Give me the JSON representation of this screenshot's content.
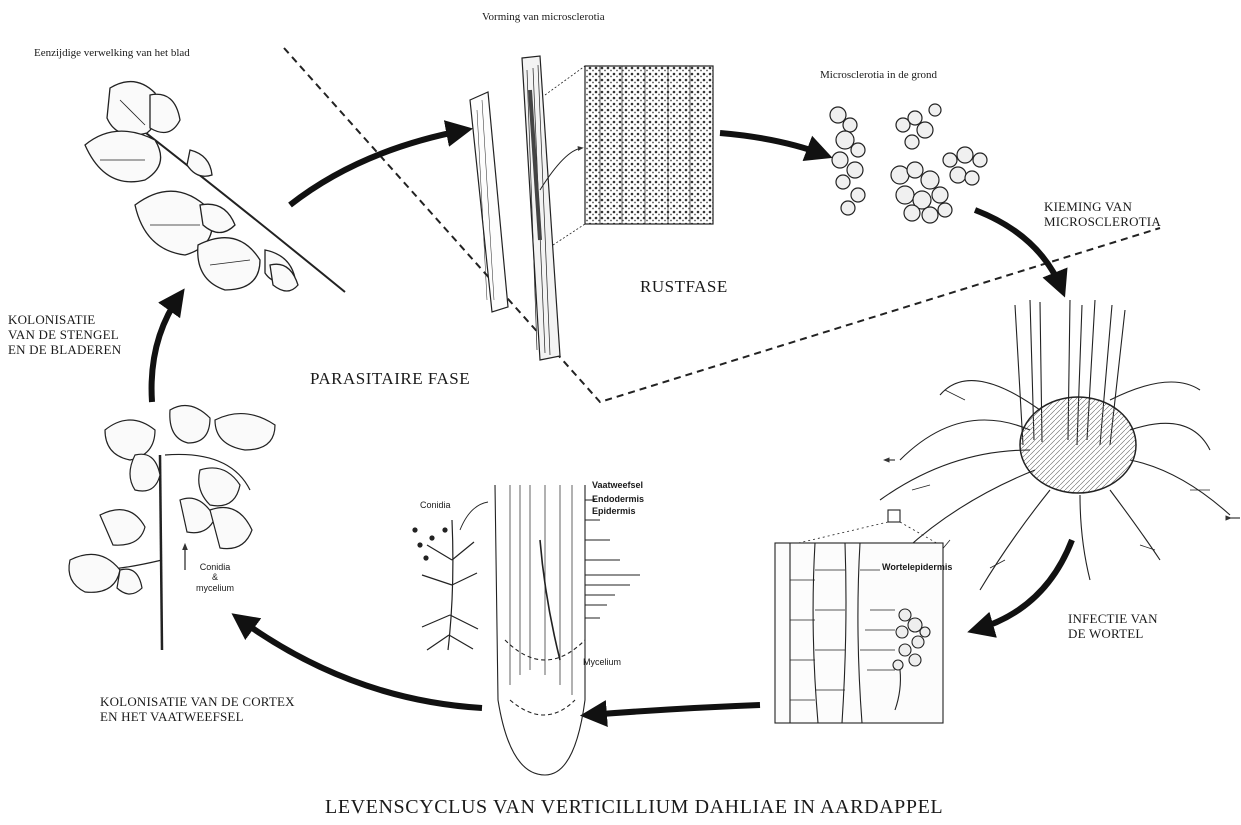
{
  "title": "LEVENSCYCLUS VAN VERTICILLIUM DAHLIAE IN AARDAPPEL",
  "phases": {
    "rest": "RUSTFASE",
    "parasitic": "PARASITAIRE FASE"
  },
  "stages": {
    "leaf_wilting": "Eenzijdige verwelking van het blad",
    "microsclerotia_formation": "Vorming van microsclerotia",
    "microsclerotia_soil": "Microsclerotia in de grond",
    "germination": "KIEMING VAN\nMICROSCLEROTIA",
    "root_infection": "INFECTIE VAN\nDE WORTEL",
    "cortex_colonization": "KOLONISATIE VAN DE CORTEX\nEN HET VAATWEEFSEL",
    "stem_colonization": "KOLONISATIE\nVAN DE STENGEL\nEN DE BLADEREN"
  },
  "annotations": {
    "conidia": "Conidia",
    "vascular_tissue": "Vaatweefsel",
    "endodermis": "Endodermis",
    "epidermis": "Epidermis",
    "mycelium": "Mycelium",
    "root_epidermis": "Wortelepidermis",
    "conidia_mycelium": "Conidia\n&\nmycelium"
  }
}
